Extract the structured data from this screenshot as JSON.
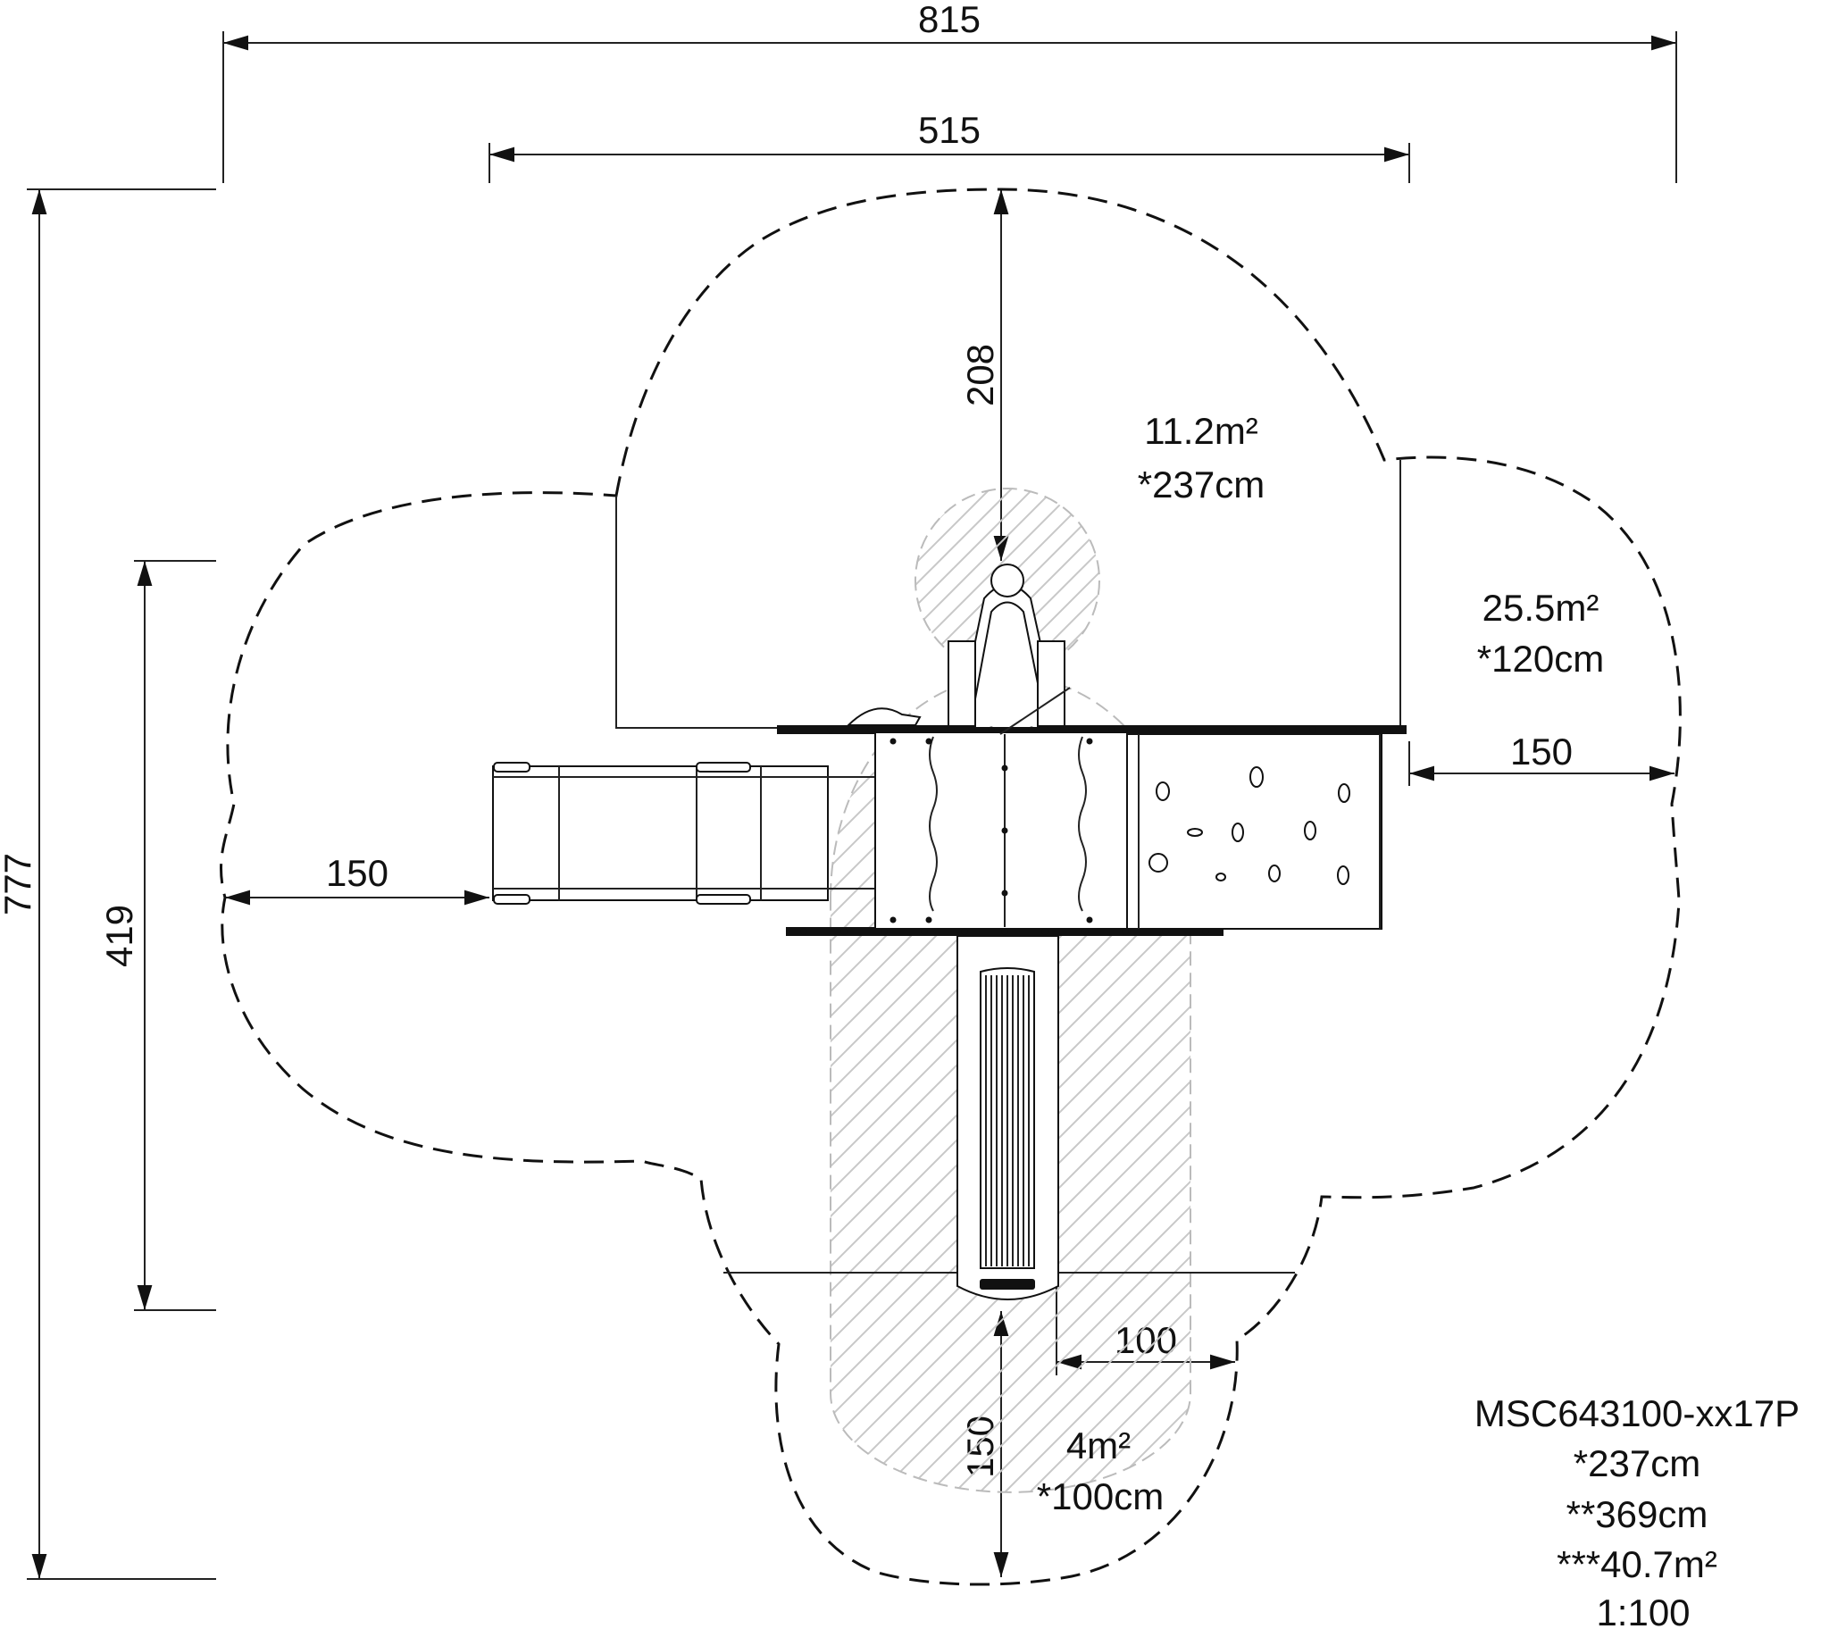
{
  "dimensions": {
    "overall_width": "815",
    "inner_width": "515",
    "overall_depth": "777",
    "structure_depth": "419",
    "top_clearance": "208",
    "left_clearance": "150",
    "right_clearance": "150",
    "bottom_clearance": "150",
    "slide_side_clearance": "100"
  },
  "zones": {
    "top": {
      "area": "11.2m²",
      "height": "*237cm"
    },
    "overall": {
      "area": "25.5m²",
      "height": "*120cm"
    },
    "slide": {
      "area": "4m²",
      "height": "*100cm"
    }
  },
  "info": {
    "model": "MSC643100-xx17P",
    "height1": "*237cm",
    "height2": "**369cm",
    "area": "***40.7m²",
    "scale": "1:100"
  },
  "colors": {
    "line": "#111111",
    "hatch": "#c8c8c8",
    "background": "#ffffff"
  }
}
